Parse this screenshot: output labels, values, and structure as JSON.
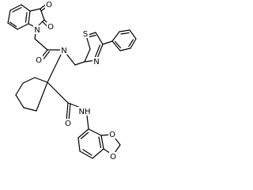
{
  "molecule": {
    "atoms": {
      "O1": "O",
      "O2": "O",
      "N1": "N",
      "O3": "O",
      "N2": "N",
      "S1": "S",
      "N3": "N",
      "O4": "O",
      "N4": "NH",
      "O5": "O",
      "O6": "O"
    }
  },
  "colors": {
    "bond": "#000000",
    "label": "#000000",
    "background": "#ffffff"
  }
}
